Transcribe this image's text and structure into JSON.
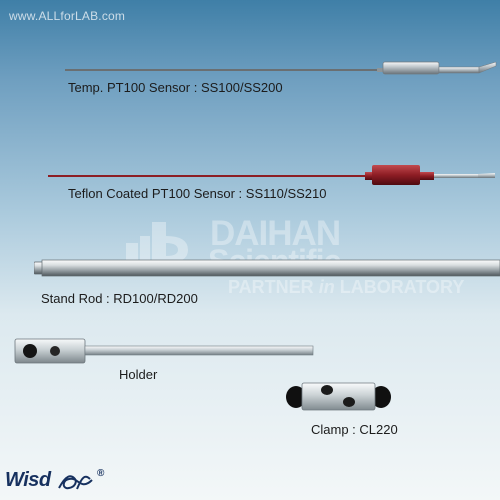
{
  "site": {
    "url": "www.ALLforLAB.com"
  },
  "watermark": {
    "brand_line_1": "DAIHAN",
    "brand_line_2": "Scientific",
    "tagline_prefix": "PARTNER",
    "tagline_mid": "in",
    "tagline_suffix": "LABORATORY"
  },
  "products": [
    {
      "label": "Temp. PT100 Sensor : SS100/SS200"
    },
    {
      "label": "Teflon Coated PT100 Sensor : SS110/SS210"
    },
    {
      "label": "Stand Rod : RD100/RD200"
    },
    {
      "label": "Holder"
    },
    {
      "label": "Clamp : CL220"
    }
  ],
  "branding": {
    "logo_word": "Wisd",
    "registered_mark": "®"
  },
  "colors": {
    "steel": "#bfc6ca",
    "teflon": "#8d1d24",
    "logo_navy": "#17315f"
  }
}
